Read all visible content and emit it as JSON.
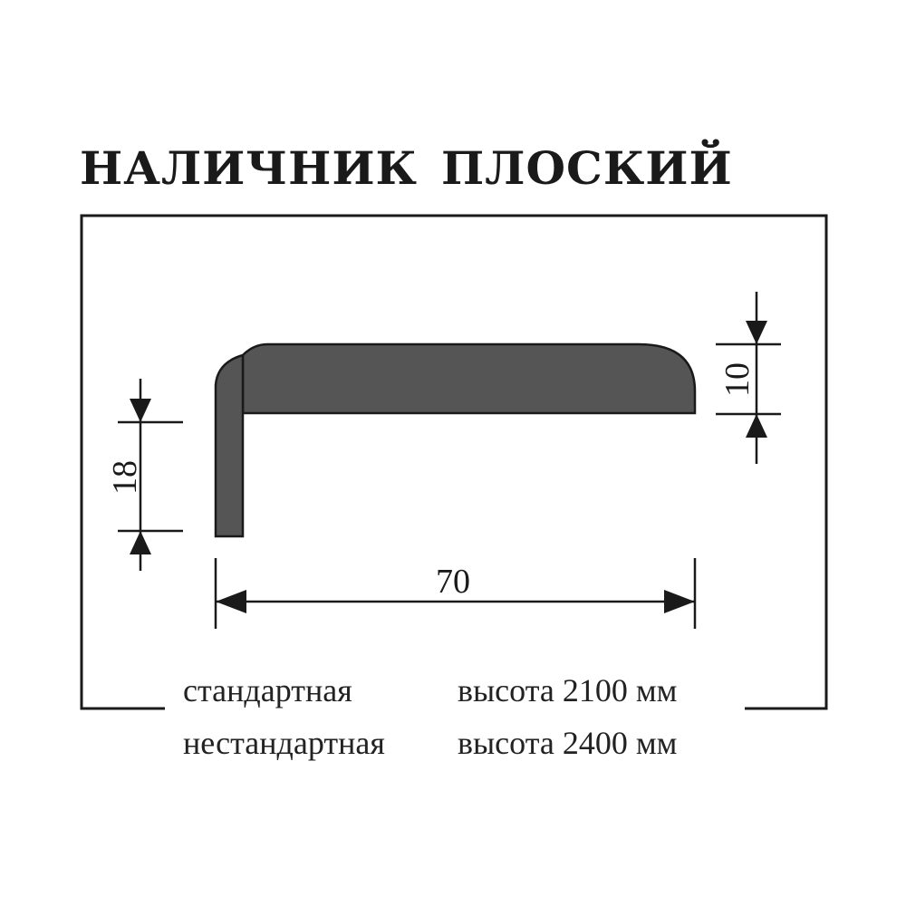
{
  "title": {
    "word1": "НАЛИЧНИК",
    "word2": "ПЛОСКИЙ"
  },
  "dimensions": {
    "width": "70",
    "thickness_max": "18",
    "thickness_min": "10"
  },
  "captions": [
    {
      "label": "стандартная",
      "value": "высота 2100 мм"
    },
    {
      "label": "нестандартная",
      "value": "высота 2400 мм"
    }
  ],
  "colors": {
    "profile_fill": "#555555",
    "ink": "#1a1a1a",
    "background": "#ffffff"
  }
}
